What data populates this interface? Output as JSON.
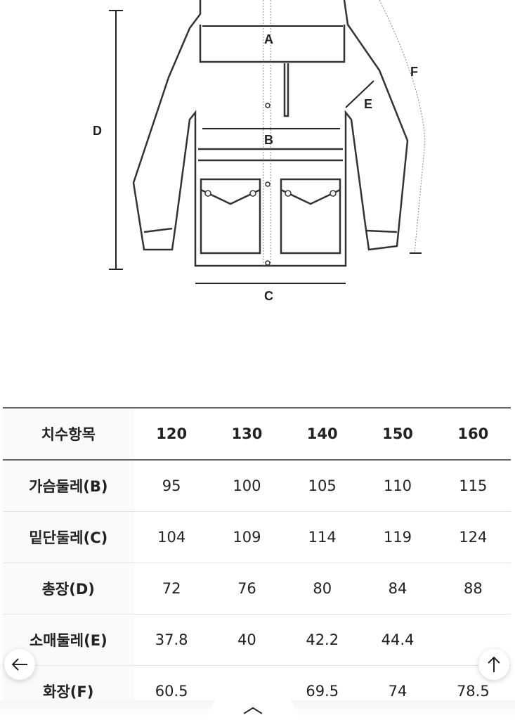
{
  "diagram": {
    "labels": {
      "a": "A",
      "b": "B",
      "c": "C",
      "d": "D",
      "e": "E",
      "f": "F"
    }
  },
  "table": {
    "header": {
      "label": "치수항목",
      "sizes": [
        "120",
        "130",
        "140",
        "150",
        "160"
      ]
    },
    "rows": [
      {
        "label": "가슴둘레(B)",
        "values": [
          "95",
          "100",
          "105",
          "110",
          "115"
        ]
      },
      {
        "label": "밑단둘레(C)",
        "values": [
          "104",
          "109",
          "114",
          "119",
          "124"
        ]
      },
      {
        "label": "총장(D)",
        "values": [
          "72",
          "76",
          "80",
          "84",
          "88"
        ]
      },
      {
        "label": "소매둘레(E)",
        "values": [
          "37.8",
          "40",
          "42.2",
          "44.4",
          ""
        ]
      },
      {
        "label": "화장(F)",
        "values": [
          "60.5",
          "",
          "69.5",
          "74",
          "78.5"
        ]
      }
    ]
  },
  "controls": {
    "back_icon": "arrow-left-icon",
    "top_icon": "arrow-up-icon",
    "pull_icon": "chevron-up-icon"
  }
}
